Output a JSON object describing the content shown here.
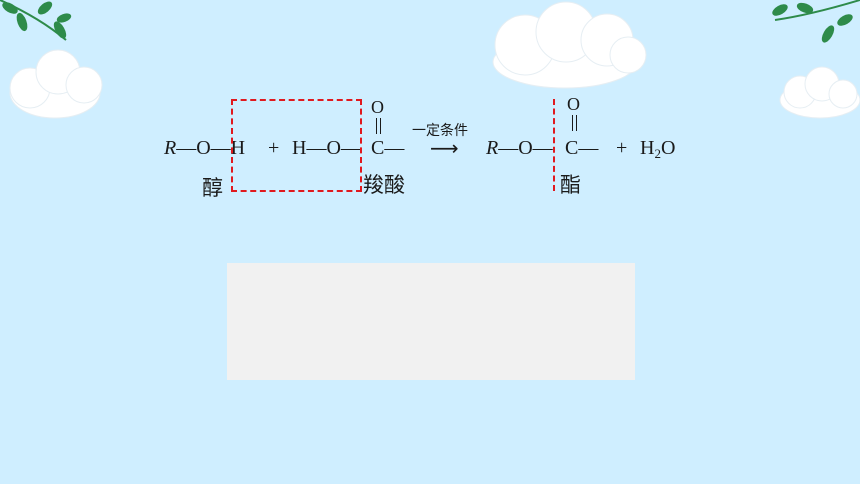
{
  "equation": {
    "reactant1_R": "R",
    "reactant1_rest": "—O—H",
    "plus1": "+",
    "reactant2_pre": "H—O—",
    "reactant2_C": "C—",
    "carbonyl_O_left": "O",
    "condition": "一定条件",
    "arrow": "⟶",
    "product_R": "R",
    "product_rest": "—O—",
    "product_C": "C—",
    "carbonyl_O_right": "O",
    "plus2": "+",
    "water_H": "H",
    "water_sub": "2",
    "water_O": "O"
  },
  "labels": {
    "alcohol": "醇",
    "carboxylic_acid": "羧酸",
    "ester": "酯"
  },
  "colors": {
    "background": "#cfeeff",
    "dash_red": "#e0191e",
    "panel": "#f1f1f1"
  }
}
